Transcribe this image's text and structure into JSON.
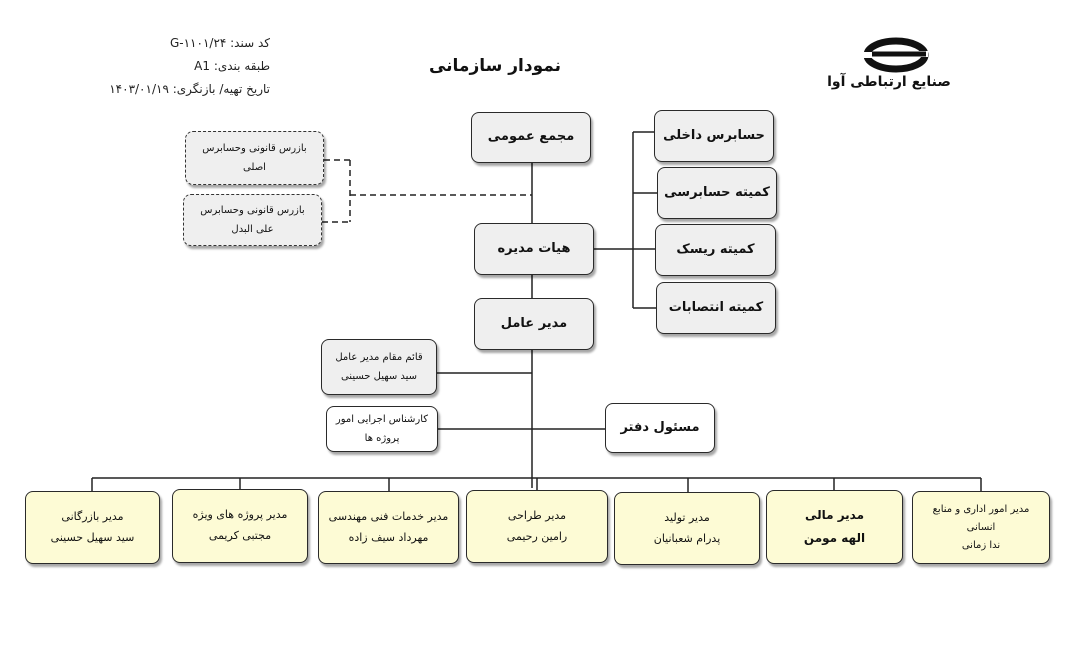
{
  "header": {
    "doc_code": "کد سند: G-۱۱۰۱/۲۴",
    "classification": "طبقه بندی: A1",
    "date": "تاریخ تهیه/ بازنگری: ۱۴۰۳/۰۱/۱۹",
    "title": "نمودار سازمانی",
    "company": "صنایع ارتباطی آوا"
  },
  "nodes": {
    "general_assembly": "مجمع عمومی",
    "board": "هیات مدیره",
    "ceo": "مدیر عامل",
    "internal_auditor": "حسابرس داخلی",
    "audit_committee": "کمیته حسابرسی",
    "risk_committee": "کمیته ریسک",
    "appointments_committee": "کمیته انتصابات",
    "inspector_main": {
      "line1": "بازرس قانونی وحسابرس",
      "line2": "اصلی"
    },
    "inspector_alt": {
      "line1": "بازرس قانونی وحسابرس",
      "line2": "علی البدل"
    },
    "deputy_ceo": {
      "line1": "قائم مقام مدیر عامل",
      "line2": "سید سهیل حسینی"
    },
    "project_expert": {
      "line1": "کارشناس اجرایی امور",
      "line2": "پروژه ها"
    },
    "office_manager": "مسئول دفتر"
  },
  "managers": [
    {
      "title": "مدیر بازرگانی",
      "name": "سید سهیل حسینی"
    },
    {
      "title": "مدیر پروژه های ویژه",
      "name": "مجتبی کریمی"
    },
    {
      "title": "مدیر خدمات فنی مهندسی",
      "name": "مهرداد سیف زاده"
    },
    {
      "title": "مدیر طراحی",
      "name": "رامین رحیمی"
    },
    {
      "title": "مدیر تولید",
      "name": "پدرام شعبانیان"
    },
    {
      "title": "مدیر مالی",
      "name": "الهه مومن"
    },
    {
      "title": "مدیر امور اداری و منابع انسانی",
      "name": "ندا زمانی"
    }
  ],
  "colors": {
    "box_fill": "#efefef",
    "manager_fill": "#fdfbd5",
    "border": "#2a2a2a"
  }
}
